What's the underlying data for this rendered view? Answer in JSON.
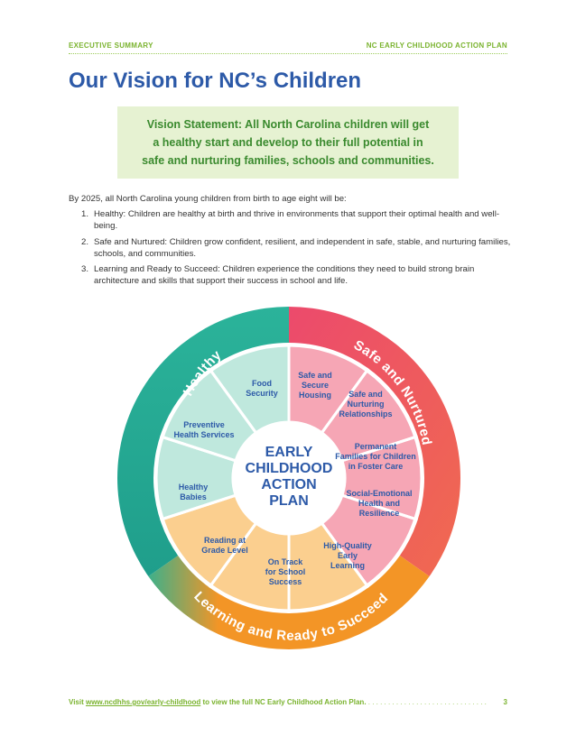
{
  "header": {
    "left": "EXECUTIVE SUMMARY",
    "right": "NC EARLY CHILDHOOD ACTION PLAN"
  },
  "title": "Our Vision for NC’s Children",
  "vision": [
    "Vision Statement: All North Carolina children will get",
    "a healthy start and develop to their full potential in",
    "safe and nurturing families, schools and communities."
  ],
  "intro": "By 2025, all North Carolina young children from birth to age eight will be:",
  "goals": [
    {
      "num": "1.",
      "text": "Healthy: Children are healthy at birth and thrive in environments that support their optimal health and well-being."
    },
    {
      "num": "2.",
      "text": "Safe and Nurtured: Children grow confident, resilient, and independent in safe, stable, and nurturing families, schools, and communities."
    },
    {
      "num": "3.",
      "text": "Learning and Ready to Succeed: Children experience the conditions they need to build strong brain architecture and skills that support their success in school and life."
    }
  ],
  "wheel": {
    "center": [
      "EARLY",
      "CHILDHOOD",
      "ACTION",
      "PLAN"
    ],
    "ring_labels": {
      "healthy": "Healthy",
      "safe": "Safe and Nurtured",
      "learning": "Learning and Ready to Succeed"
    },
    "segments": {
      "food": [
        "Food",
        "Security"
      ],
      "housing": [
        "Safe and",
        "Secure",
        "Housing"
      ],
      "relationships": [
        "Safe and",
        "Nurturing",
        "Relationships"
      ],
      "permanent": [
        "Permanent",
        "Families for Children",
        "in Foster Care"
      ],
      "social": [
        "Social-Emotional",
        "Health and",
        "Resilience"
      ],
      "hq": [
        "High-Quality",
        "Early",
        "Learning"
      ],
      "ontrack": [
        "On Track",
        "for School",
        "Success"
      ],
      "reading": [
        "Reading at",
        "Grade Level"
      ],
      "babies": [
        "Healthy",
        "Babies"
      ],
      "preventive": [
        "Preventive",
        "Health Services"
      ]
    },
    "colors": {
      "healthy": "#2bb39a",
      "safe": "#ec4a6c",
      "learning": "#f39526",
      "healthy_light": "#bfe8dd",
      "safe_light": "#f6a6b5",
      "learning_light": "#fbcf8f",
      "label": "#2d5aa8"
    }
  },
  "footer": {
    "prefix": "Visit ",
    "link": "www.ncdhhs.gov/early-childhood",
    "suffix": " to view the full NC Early Childhood Action Plan.",
    "dots": " . . . . . . . . . . . . . . . . . . . . . . . . . . . . . .",
    "page": "3"
  }
}
